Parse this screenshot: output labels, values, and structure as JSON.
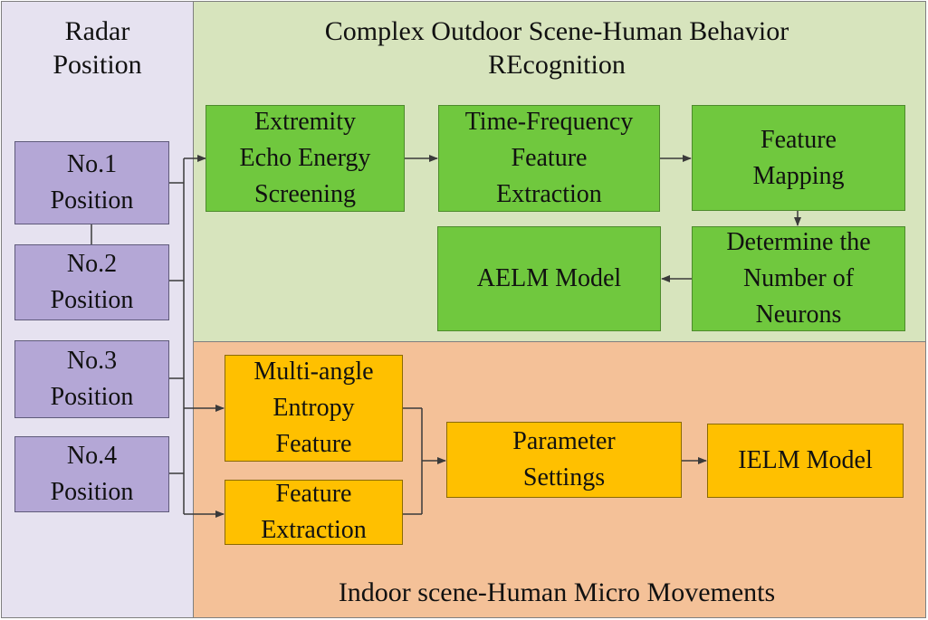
{
  "radar": {
    "title": "Radar\nPosition",
    "positions": [
      "No.1\nPosition",
      "No.2\nPosition",
      "No.3\nPosition",
      "No.4\nPosition"
    ]
  },
  "outdoor": {
    "title": "Complex Outdoor Scene-Human Behavior\nREcognition",
    "steps": {
      "energy": "Extremity\nEcho Energy\nScreening",
      "tf": "Time-Frequency\nFeature\nExtraction",
      "mapping": "Feature\nMapping",
      "neurons": "Determine the\nNumber of\nNeurons",
      "model": "AELM Model"
    }
  },
  "indoor": {
    "title": "Indoor scene-Human  Micro Movements",
    "steps": {
      "entropy": "Multi-angle\nEntropy\nFeature",
      "extraction": "Feature\nExtraction",
      "params": "Parameter\nSettings",
      "model": "IELM Model"
    }
  },
  "colors": {
    "radar_panel": "#e6e2f0",
    "outdoor_panel": "#d7e4bd",
    "indoor_panel": "#f4c198",
    "purple_box": "#b4a7d6",
    "green_box": "#70c83e",
    "yellow_box": "#ffc000"
  }
}
